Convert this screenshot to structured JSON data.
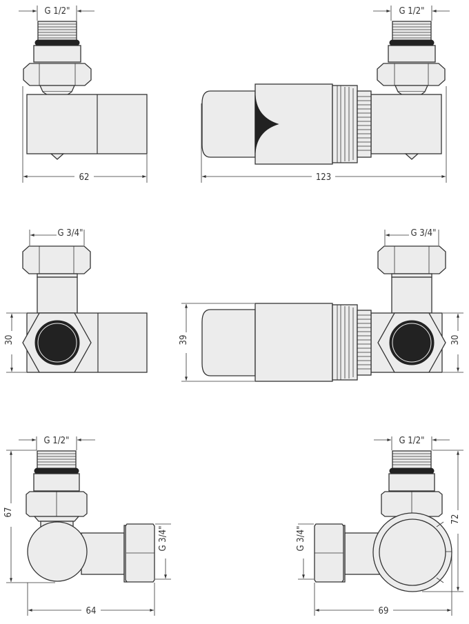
{
  "figure": {
    "title": "",
    "views": [
      {
        "id": "top-left",
        "row": 1,
        "col": 1,
        "labels": {
          "thread": "G 1/2\"",
          "width": "62"
        }
      },
      {
        "id": "top-right",
        "row": 1,
        "col": 2,
        "labels": {
          "thread": "G 1/2\"",
          "width": "123"
        }
      },
      {
        "id": "middle-left",
        "row": 2,
        "col": 1,
        "labels": {
          "thread": "G 3/4\"",
          "height": "30"
        }
      },
      {
        "id": "middle-right",
        "row": 2,
        "col": 2,
        "labels": {
          "thread": "G 3/4\"",
          "height_head": "39",
          "height_body": "30"
        }
      },
      {
        "id": "bottom-left",
        "row": 3,
        "col": 1,
        "labels": {
          "thread_top": "G 1/2\"",
          "thread_side": "G 3/4\"",
          "height": "67",
          "width": "64"
        }
      },
      {
        "id": "bottom-right",
        "row": 3,
        "col": 2,
        "labels": {
          "thread_top": "G 1/2\"",
          "thread_side": "G 3/4\"",
          "height": "72",
          "width": "69"
        }
      }
    ]
  },
  "colors": {
    "line": "#333333",
    "fill": "#ececec",
    "dark": "#222222",
    "background": "#ffffff"
  }
}
